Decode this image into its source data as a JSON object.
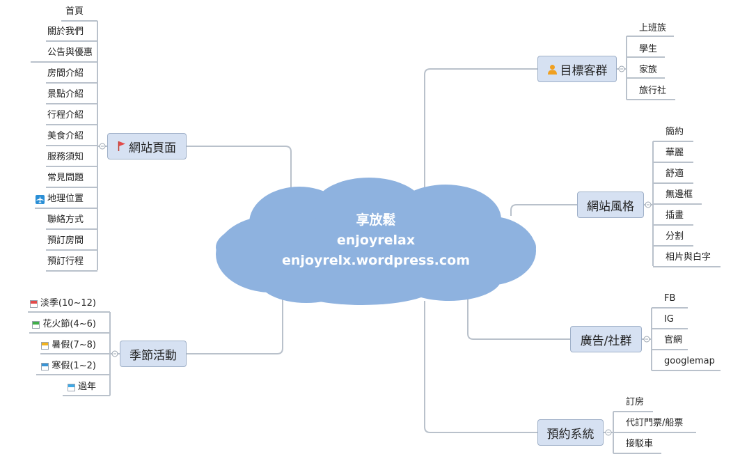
{
  "center": {
    "line1": "享放鬆",
    "line2": "enjoyrelax",
    "line3": "enjoyrelx.wordpress.com"
  },
  "left_top": {
    "title": "網站頁面",
    "icon": "red-flag-icon",
    "items": [
      "首頁",
      "關於我們",
      "公告與優惠",
      "房間介紹",
      "景點介紹",
      "行程介紹",
      "美食介紹",
      "服務須知",
      "常見問題",
      "地理位置",
      "聯絡方式",
      "預訂房間",
      "預訂行程"
    ],
    "item_icon": {
      "index": 9,
      "name": "airplane-icon"
    }
  },
  "left_bottom": {
    "title": "季節活動",
    "items": [
      {
        "label": "淡季(10~12)",
        "icon": "calendar-icon",
        "color": "#e24b4b"
      },
      {
        "label": "花火節(4~6)",
        "icon": "calendar-icon",
        "color": "#3fae49"
      },
      {
        "label": "暑假(7~8)",
        "icon": "calendar-icon",
        "color": "#f2b21d"
      },
      {
        "label": "寒假(1~2)",
        "icon": "calendar-icon",
        "color": "#3a95d6"
      },
      {
        "label": "過年",
        "icon": "calendar-icon",
        "color": "#3fa9e6"
      }
    ]
  },
  "right_1": {
    "title": "目標客群",
    "icon": "person-icon",
    "items": [
      "上班族",
      "學生",
      "家族",
      "旅行社"
    ]
  },
  "right_2": {
    "title": "網站風格",
    "items": [
      "簡約",
      "華麗",
      "舒適",
      "無邊框",
      "插畫",
      "分割",
      "相片與白字"
    ]
  },
  "right_3": {
    "title": "廣告/社群",
    "items": [
      "FB",
      "IG",
      "官網",
      "googlemap"
    ]
  },
  "right_4": {
    "title": "預約系統",
    "items": [
      "訂房",
      "代訂門票/船票",
      "接駁車"
    ]
  },
  "colors": {
    "cloud": "#8eb2df",
    "node_fill": "#d6e1f2",
    "line": "#b9c1cb"
  }
}
